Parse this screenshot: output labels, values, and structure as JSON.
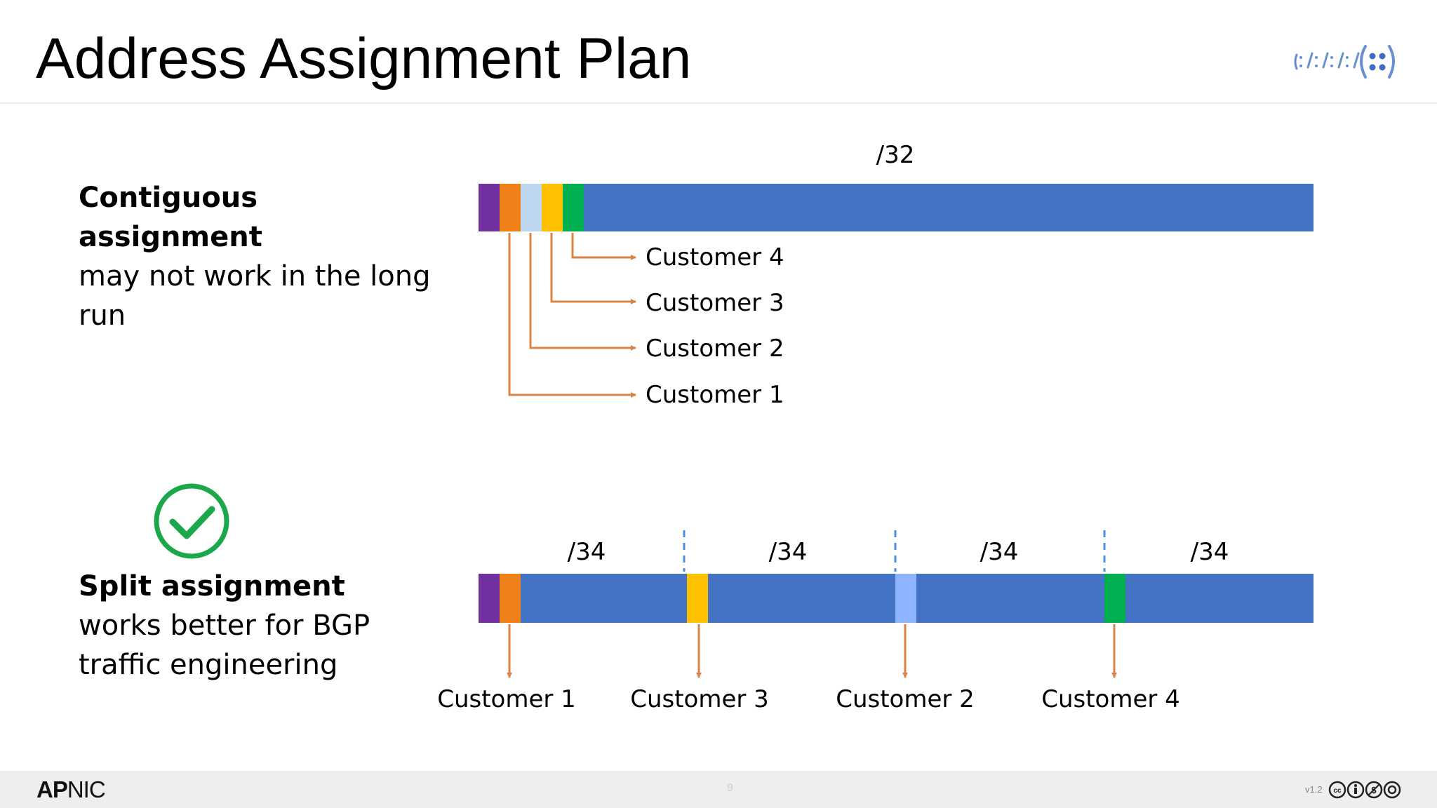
{
  "slide": {
    "title": "Address Assignment Plan",
    "page_number": "9",
    "version": "v1.2",
    "brand": {
      "bold": "AP",
      "rest": "NIC"
    }
  },
  "contiguous": {
    "heading": "Contiguous assignment",
    "text": "may not work in the long run",
    "prefix_label": "/32",
    "customers": [
      "Customer 4",
      "Customer 3",
      "Customer 2",
      "Customer 1"
    ]
  },
  "split": {
    "heading": "Split assignment",
    "text": "works better for BGP traffic engineering",
    "quarters": [
      "/34",
      "/34",
      "/34",
      "/34"
    ],
    "customers": [
      "Customer 1",
      "Customer 3",
      "Customer 2",
      "Customer 4"
    ]
  },
  "colors": {
    "bar_blue": "#4472c4",
    "purple": "#7030a0",
    "orange": "#f0801a",
    "light_blue_1": "#bdd7ee",
    "light_blue_2": "#8fb4ff",
    "yellow": "#ffc000",
    "green": "#00b050",
    "arrow": "#d98446",
    "divider": "#4a90e2",
    "check": "#1aa84a"
  },
  "icons": [
    "ipv6-logo-icon",
    "checkmark-icon",
    "creative-commons-icon"
  ]
}
